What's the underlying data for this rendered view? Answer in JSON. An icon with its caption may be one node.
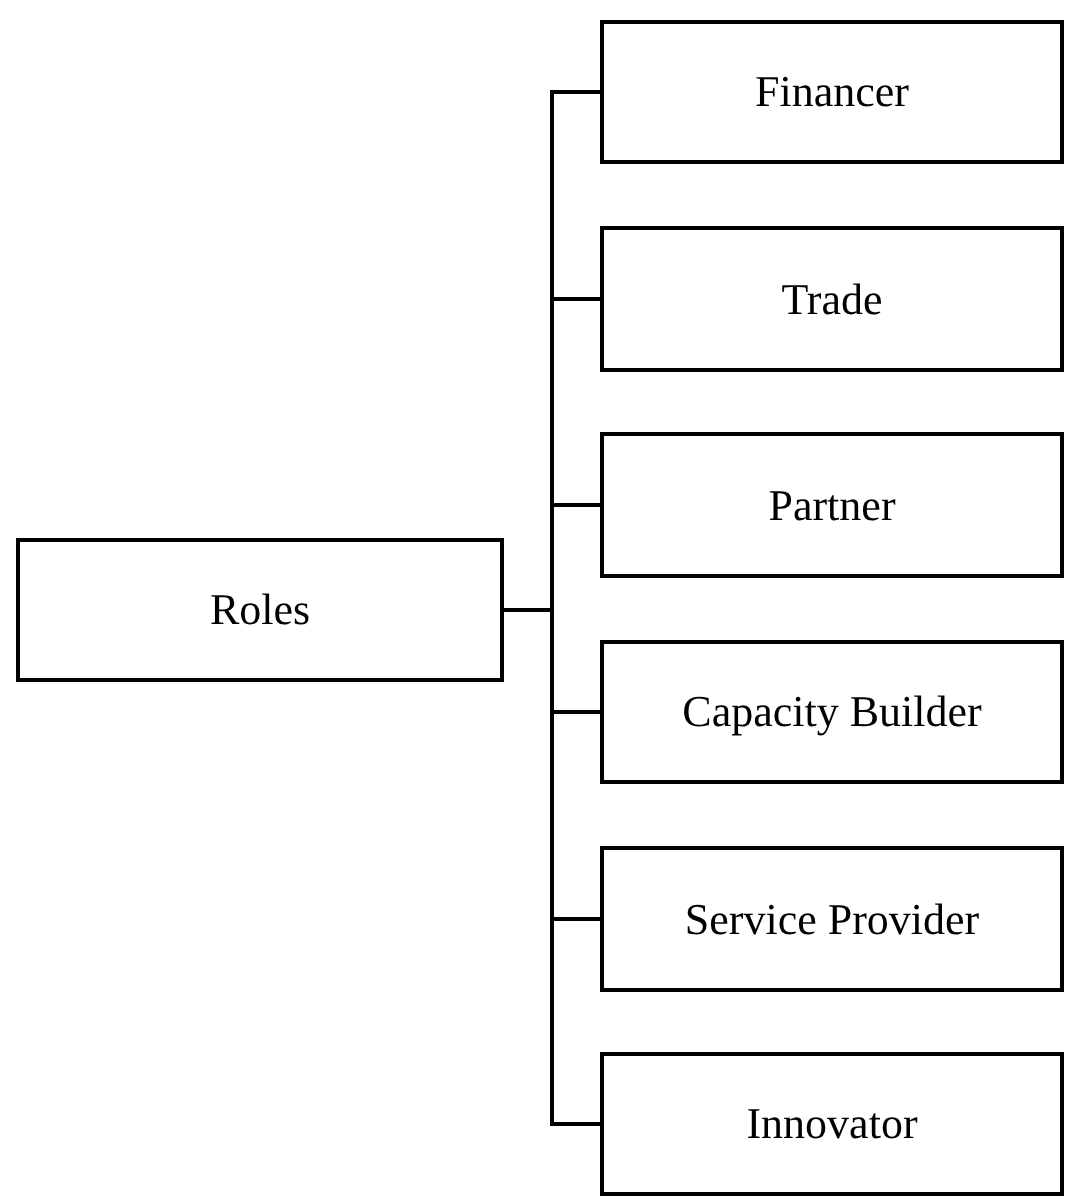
{
  "diagram": {
    "nodes": [
      {
        "text": [
          "Roles"
        ]
      },
      {
        "text": [
          "Financer"
        ]
      },
      {
        "text": [
          "Trade"
        ]
      },
      {
        "text": [
          "Partner"
        ]
      },
      {
        "text": [
          "Capacity Builder"
        ]
      },
      {
        "text": [
          "Service Provider"
        ]
      },
      {
        "text": [
          "Innovator"
        ]
      }
    ],
    "edges": [
      {
        "from": 0,
        "to": 1,
        "arrow": "none"
      },
      {
        "from": 0,
        "to": 2,
        "arrow": "none"
      },
      {
        "from": 0,
        "to": 3,
        "arrow": "none"
      },
      {
        "from": 0,
        "to": 4,
        "arrow": "none"
      },
      {
        "from": 0,
        "to": 5,
        "arrow": "none"
      },
      {
        "from": 0,
        "to": 6,
        "arrow": "none"
      }
    ]
  }
}
